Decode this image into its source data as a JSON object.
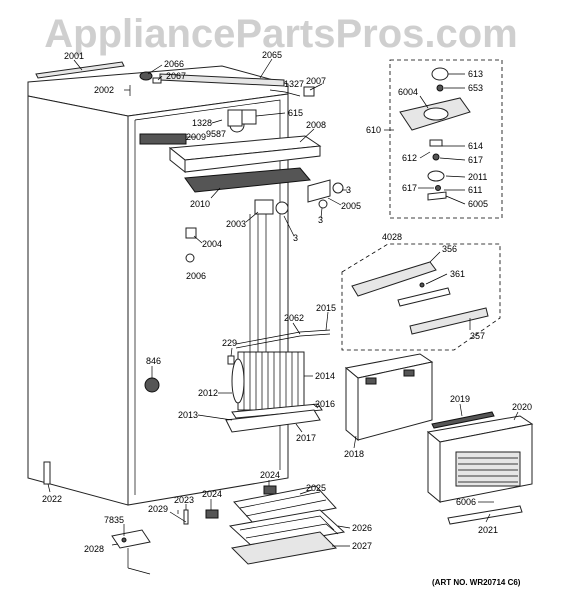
{
  "watermark": "AppliancePartsPros.com",
  "art_number": "(ART NO. WR20714 C6)",
  "callouts": {
    "c2001": "2001",
    "c2066": "2066",
    "c2067": "2067",
    "c2002": "2002",
    "c2065": "2065",
    "c1327": "1327",
    "c2007": "2007",
    "c615": "615",
    "c1328": "1328",
    "c9587": "9587",
    "c2009": "2009",
    "c2008": "2008",
    "c2010": "2010",
    "c2003": "2003",
    "c3a": "3",
    "c3b": "3",
    "c3c": "3",
    "c2005": "2005",
    "c2004": "2004",
    "c2006": "2006",
    "c613": "613",
    "c6004": "6004",
    "c653": "653",
    "c610": "610",
    "c614": "614",
    "c612": "612",
    "c617a": "617",
    "c2011": "2011",
    "c617b": "617",
    "c611": "611",
    "c6005": "6005",
    "c4028": "4028",
    "c356": "356",
    "c361": "361",
    "c357": "357",
    "c229": "229",
    "c2062": "2062",
    "c2015": "2015",
    "c846": "846",
    "c2014": "2014",
    "c2012": "2012",
    "c2016": "2016",
    "c2013": "2013",
    "c2017": "2017",
    "c2018": "2018",
    "c2019": "2019",
    "c2020": "2020",
    "c2022": "2022",
    "c2024a": "2024",
    "c2024b": "2024",
    "c2025": "2025",
    "c7835": "7835",
    "c2029": "2029",
    "c2023": "2023",
    "c2028": "2028",
    "c2026": "2026",
    "c2027": "2027",
    "c6006": "6006",
    "c2021": "2021"
  }
}
